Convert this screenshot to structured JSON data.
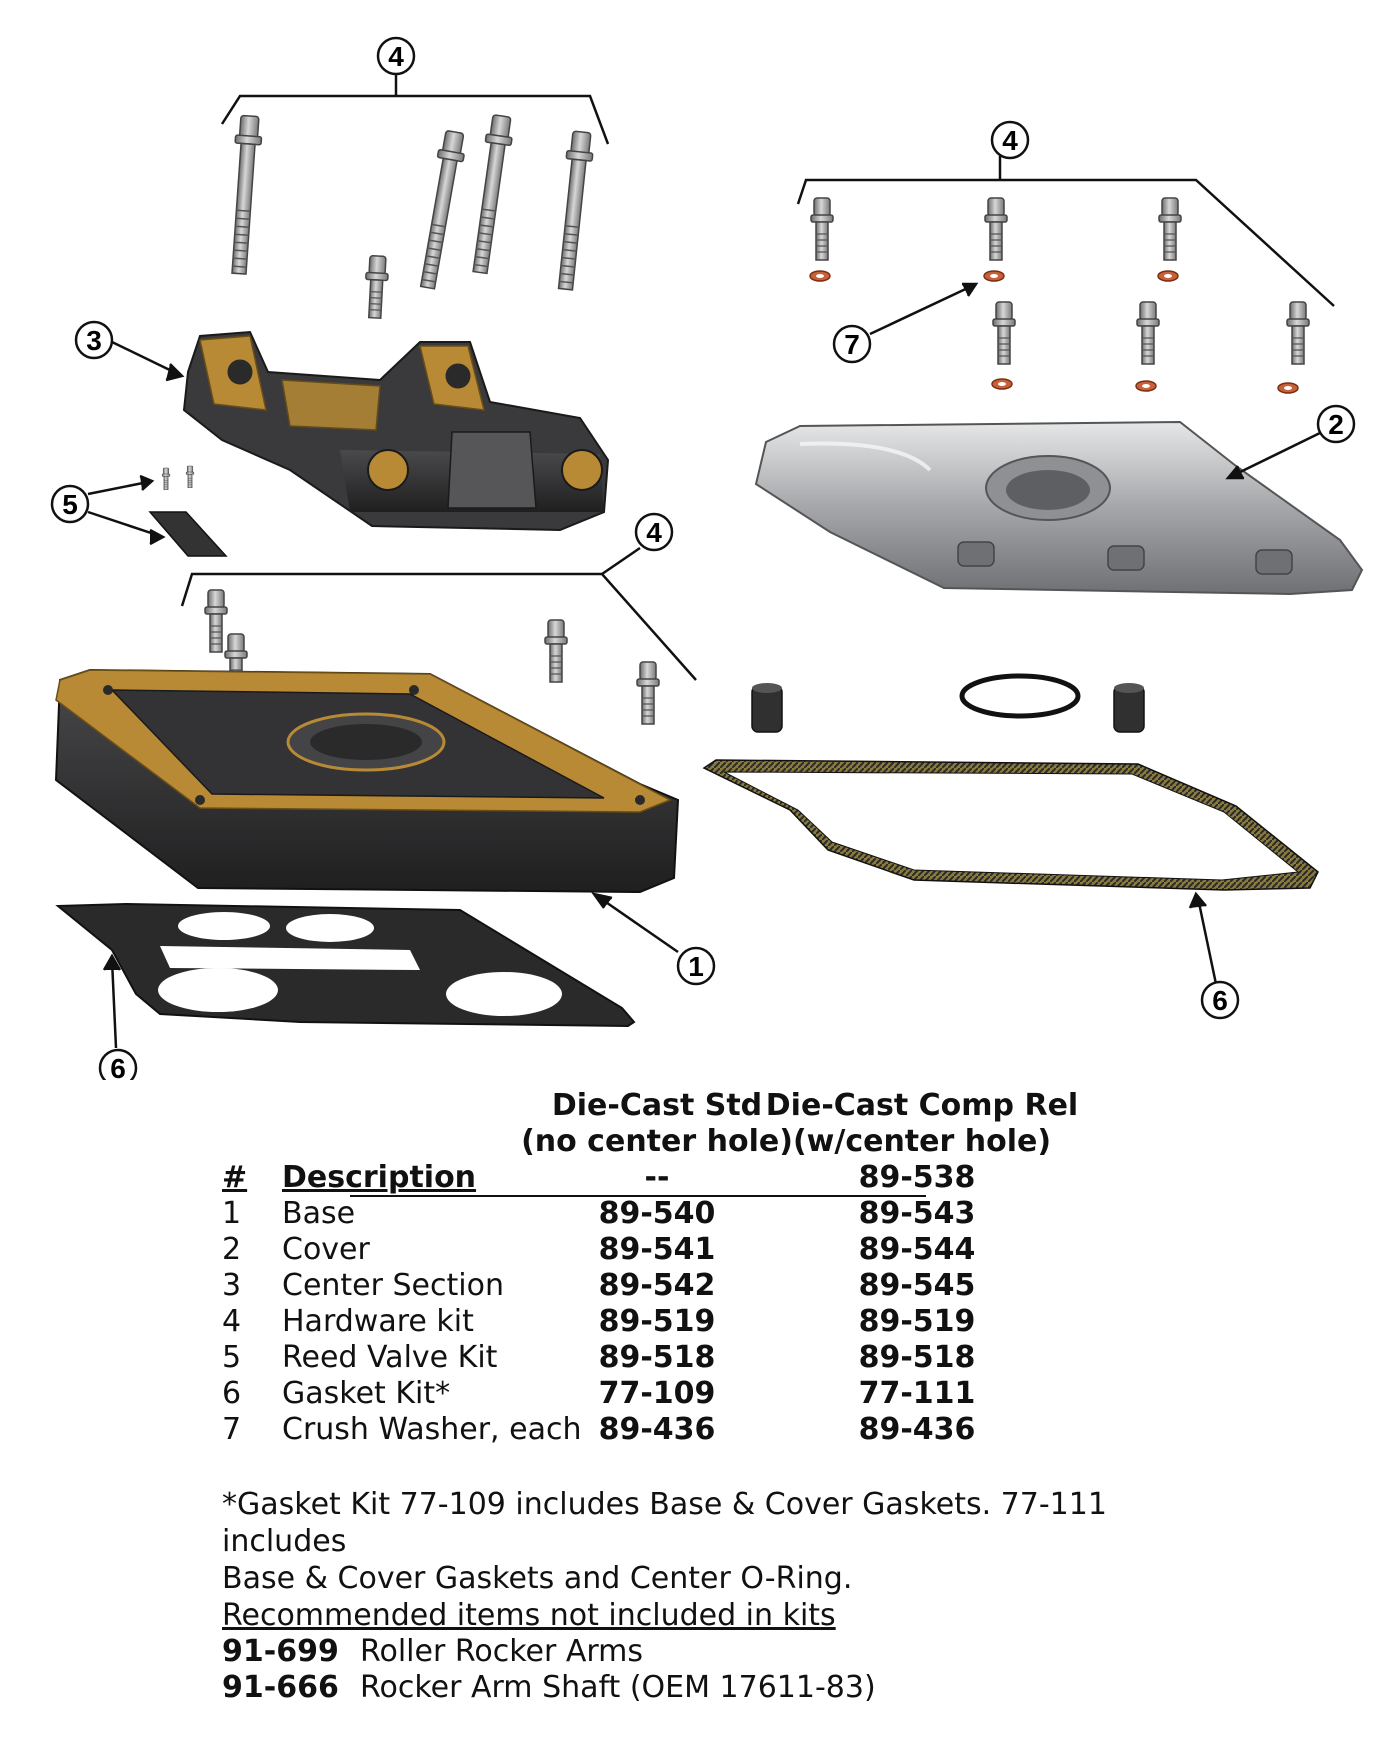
{
  "callouts": {
    "c1": "1",
    "c2": "2",
    "c3": "3",
    "c4a": "4",
    "c4b": "4",
    "c4c": "4",
    "c5": "5",
    "c6a": "6",
    "c6b": "6",
    "c7": "7"
  },
  "colors": {
    "brass": "#b88a35",
    "black_part": "#2e2e30",
    "chrome": "#a9abae",
    "steel": "#9a9a9a",
    "copper": "#c8603a",
    "gasket": "#2a2a2a"
  },
  "table": {
    "col_std_line1": "Die-Cast Std",
    "col_std_line2": "(no center hole)",
    "col_comp_line1": "Die-Cast Comp Rel",
    "col_comp_line2": "(w/center hole)",
    "hdr_num": "#",
    "hdr_desc": "Description",
    "hdr_std_val": "--",
    "hdr_comp_val": "89-538",
    "rows": [
      {
        "num": "1",
        "desc": "Base",
        "std": "89-540",
        "comp": "89-543"
      },
      {
        "num": "2",
        "desc": "Cover",
        "std": "89-541",
        "comp": "89-544"
      },
      {
        "num": "3",
        "desc": "Center Section",
        "std": "89-542",
        "comp": "89-545"
      },
      {
        "num": "4",
        "desc": "Hardware kit",
        "std": "89-519",
        "comp": "89-519"
      },
      {
        "num": "5",
        "desc": "Reed Valve Kit",
        "std": "89-518",
        "comp": "89-518"
      },
      {
        "num": "6",
        "desc": "Gasket Kit*",
        "std": "77-109",
        "comp": "77-111"
      },
      {
        "num": "7",
        "desc": "Crush Washer, each",
        "std": "89-436",
        "comp": "89-436"
      }
    ]
  },
  "note": {
    "line1": "*Gasket Kit 77-109 includes Base & Cover Gaskets.  77-111 includes",
    "line2": "Base & Cover Gaskets and Center O-Ring."
  },
  "recommended": {
    "title": "Recommended items not included in kits",
    "items": [
      {
        "pn": "91-699",
        "desc": "Roller Rocker Arms"
      },
      {
        "pn": "91-666",
        "desc": "Rocker Arm Shaft (OEM 17611-83)"
      }
    ]
  }
}
